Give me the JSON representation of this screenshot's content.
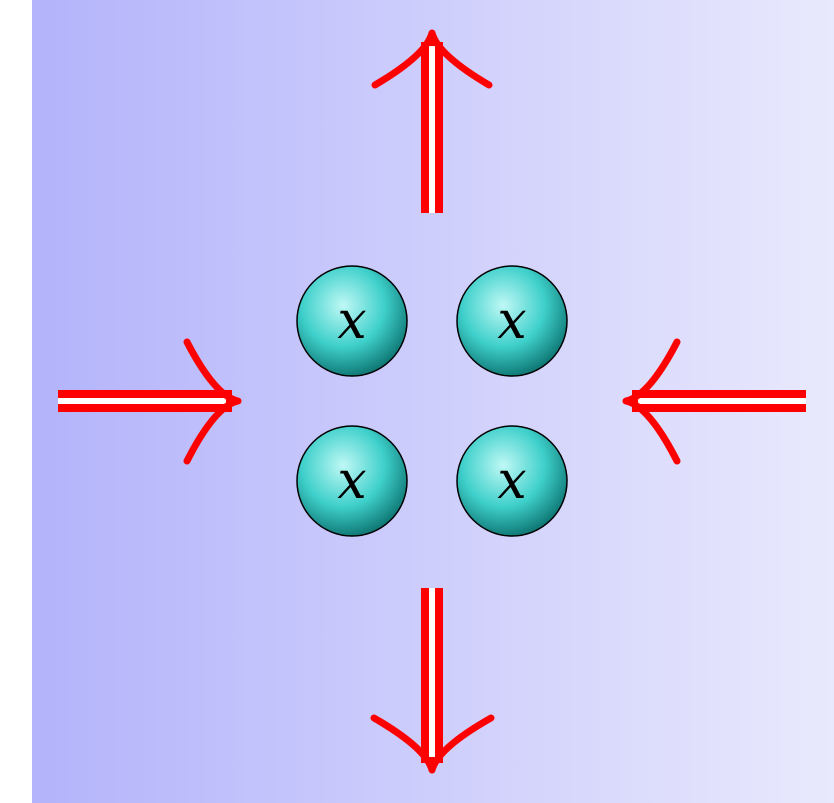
{
  "colors": {
    "background_left": "#b3b3fb",
    "background_right": "#e9e9fd",
    "arrow": "#ff0000",
    "arrow_inner": "#ffffff",
    "ball_highlight": "#bff8f5",
    "ball_mid": "#3fd0cb",
    "ball_dark": "#0a6f6c",
    "ball_outline": "#000000"
  },
  "balls": [
    {
      "label": "x"
    },
    {
      "label": "x"
    },
    {
      "label": "x"
    },
    {
      "label": "x"
    }
  ],
  "arrows": [
    {
      "direction": "up"
    },
    {
      "direction": "down"
    },
    {
      "direction": "right"
    },
    {
      "direction": "left"
    }
  ]
}
